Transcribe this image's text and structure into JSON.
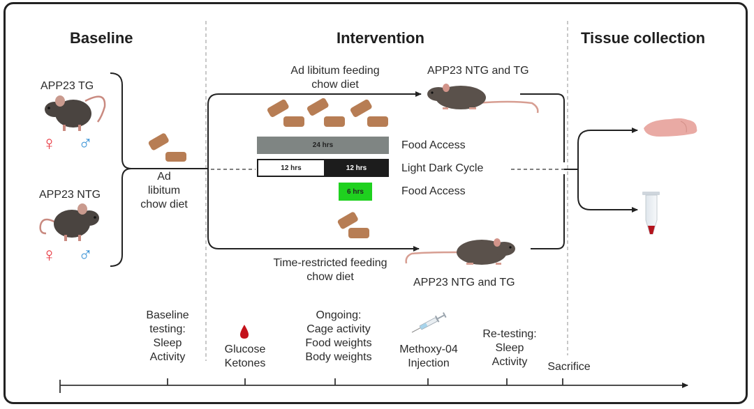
{
  "sections": {
    "baseline": "Baseline",
    "intervention": "Intervention",
    "tissue_collection": "Tissue collection"
  },
  "baseline": {
    "groups": [
      {
        "label": "APP23 TG",
        "sexes": [
          "♀",
          "♂"
        ]
      },
      {
        "label": "APP23 NTG",
        "sexes": [
          "♀",
          "♂"
        ]
      }
    ],
    "diet_label": [
      "Ad",
      "libitum",
      "chow diet"
    ]
  },
  "intervention": {
    "ad_lib": {
      "label": [
        "Ad libitum feeding",
        "chow diet"
      ],
      "mouse_label": "APP23 NTG and TG"
    },
    "trf": {
      "label": [
        "Time-restricted feeding",
        "chow diet"
      ],
      "mouse_label": "APP23 NTG and TG"
    },
    "bars": [
      {
        "text": "24 hrs",
        "row_label": "Food Access",
        "color": "#7f8583"
      },
      {
        "light_text": "12 hrs",
        "dark_text": "12 hrs",
        "row_label": "Light Dark Cycle"
      },
      {
        "text": "6 hrs",
        "row_label": "Food Access",
        "color": "#1fd11f"
      }
    ]
  },
  "tissue": {
    "items": [
      "brain-tissue",
      "blood-tube"
    ]
  },
  "timeline": {
    "events": [
      {
        "lines": [
          "Baseline",
          "testing:",
          "Sleep",
          "Activity"
        ]
      },
      {
        "lines": [
          "Glucose",
          "Ketones"
        ],
        "icon": "blood-drop-icon"
      },
      {
        "lines": [
          "Ongoing:",
          "Cage activity",
          "Food weights",
          "Body weights"
        ]
      },
      {
        "lines": [
          "Methoxy-04",
          "Injection"
        ],
        "icon": "syringe-icon"
      },
      {
        "lines": [
          "Re-testing:",
          "Sleep",
          "Activity"
        ]
      },
      {
        "lines": [
          "Sacrifice"
        ]
      }
    ]
  },
  "colors": {
    "female": "#e8363f",
    "male": "#3a93d6",
    "chow": "#b77d54",
    "mouse": "#4a4440",
    "brain": "#e9aaa4",
    "blood": "#c4121b"
  }
}
